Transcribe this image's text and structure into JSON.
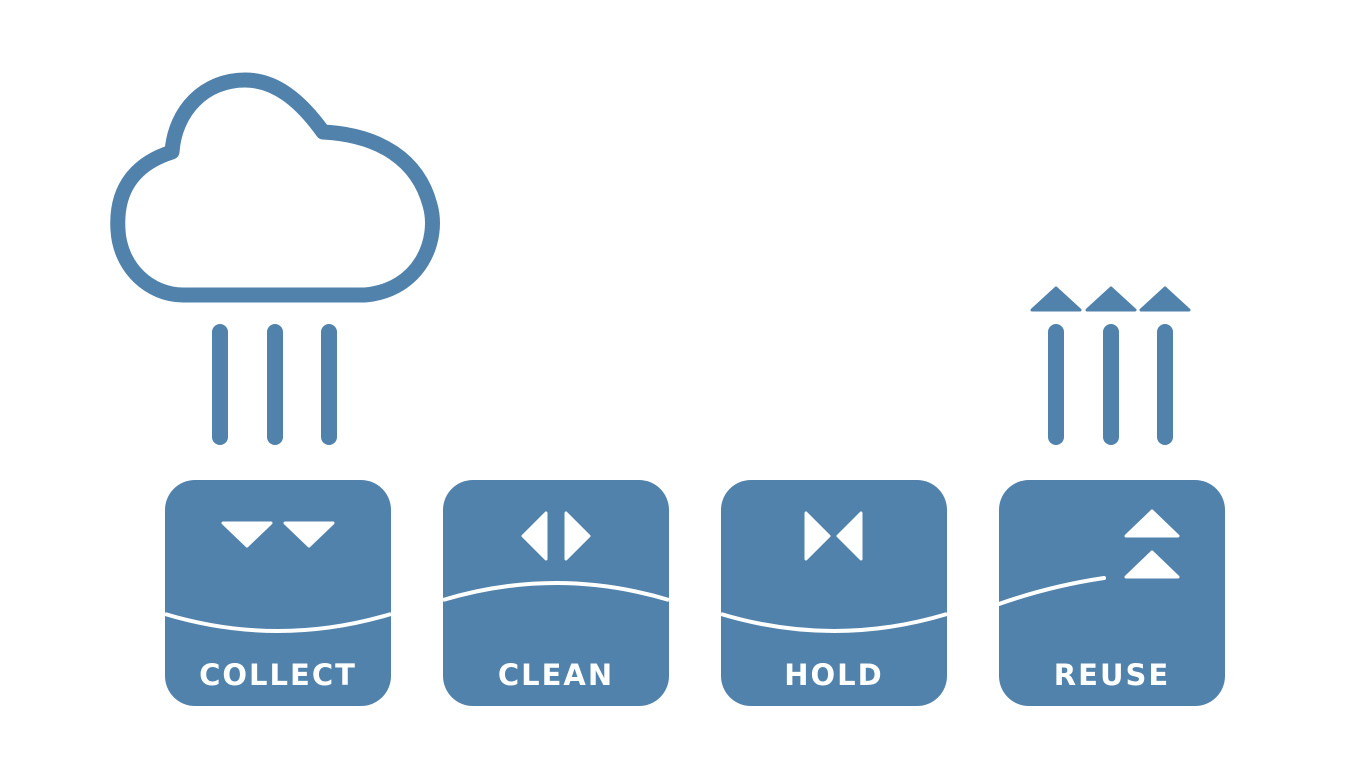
{
  "colors": {
    "primary": "#5182ab",
    "background": "#ffffff",
    "foreground": "#ffffff"
  },
  "cloud": {
    "icon": "cloud-icon",
    "rain_lines": 3
  },
  "output_arrows": {
    "icon": "arrow-up-icon",
    "count": 3
  },
  "tiles": [
    {
      "label": "COLLECT",
      "icon": "double-triangle-down-icon"
    },
    {
      "label": "CLEAN",
      "icon": "triangles-outward-icon"
    },
    {
      "label": "HOLD",
      "icon": "triangles-inward-icon"
    },
    {
      "label": "REUSE",
      "icon": "double-triangle-up-icon"
    }
  ]
}
